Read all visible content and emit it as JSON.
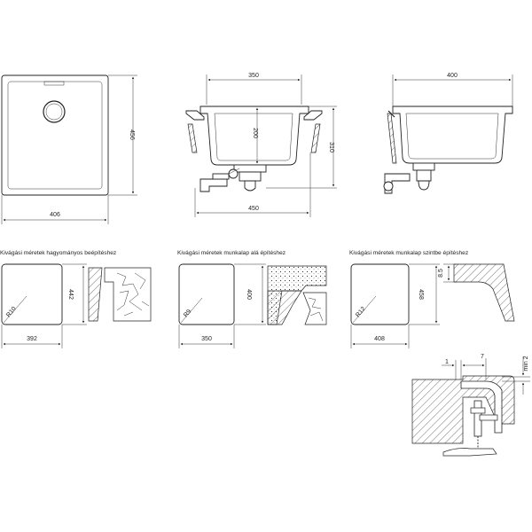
{
  "dimensions": {
    "top_view_width": "406",
    "top_view_height": "456",
    "front_top_width": "350",
    "front_depth": "200",
    "front_bottom_width": "450",
    "side_width": "400",
    "side_height": "310"
  },
  "cutouts": [
    {
      "caption": "Kivágási méretek hagyományos beépítéshez",
      "width": "392",
      "height": "442",
      "radius": "R10"
    },
    {
      "caption": "Kivágási méretek munkalap alá építéshez",
      "width": "350",
      "height": "400",
      "radius": "R9"
    },
    {
      "caption": "Kivágási méretek munkalap szintbe építéshez",
      "width": "408",
      "height": "458",
      "radius": "R12",
      "step": "8.5"
    }
  ],
  "detail": {
    "gap": "1",
    "rim": "7",
    "min_depth": "min 2"
  }
}
